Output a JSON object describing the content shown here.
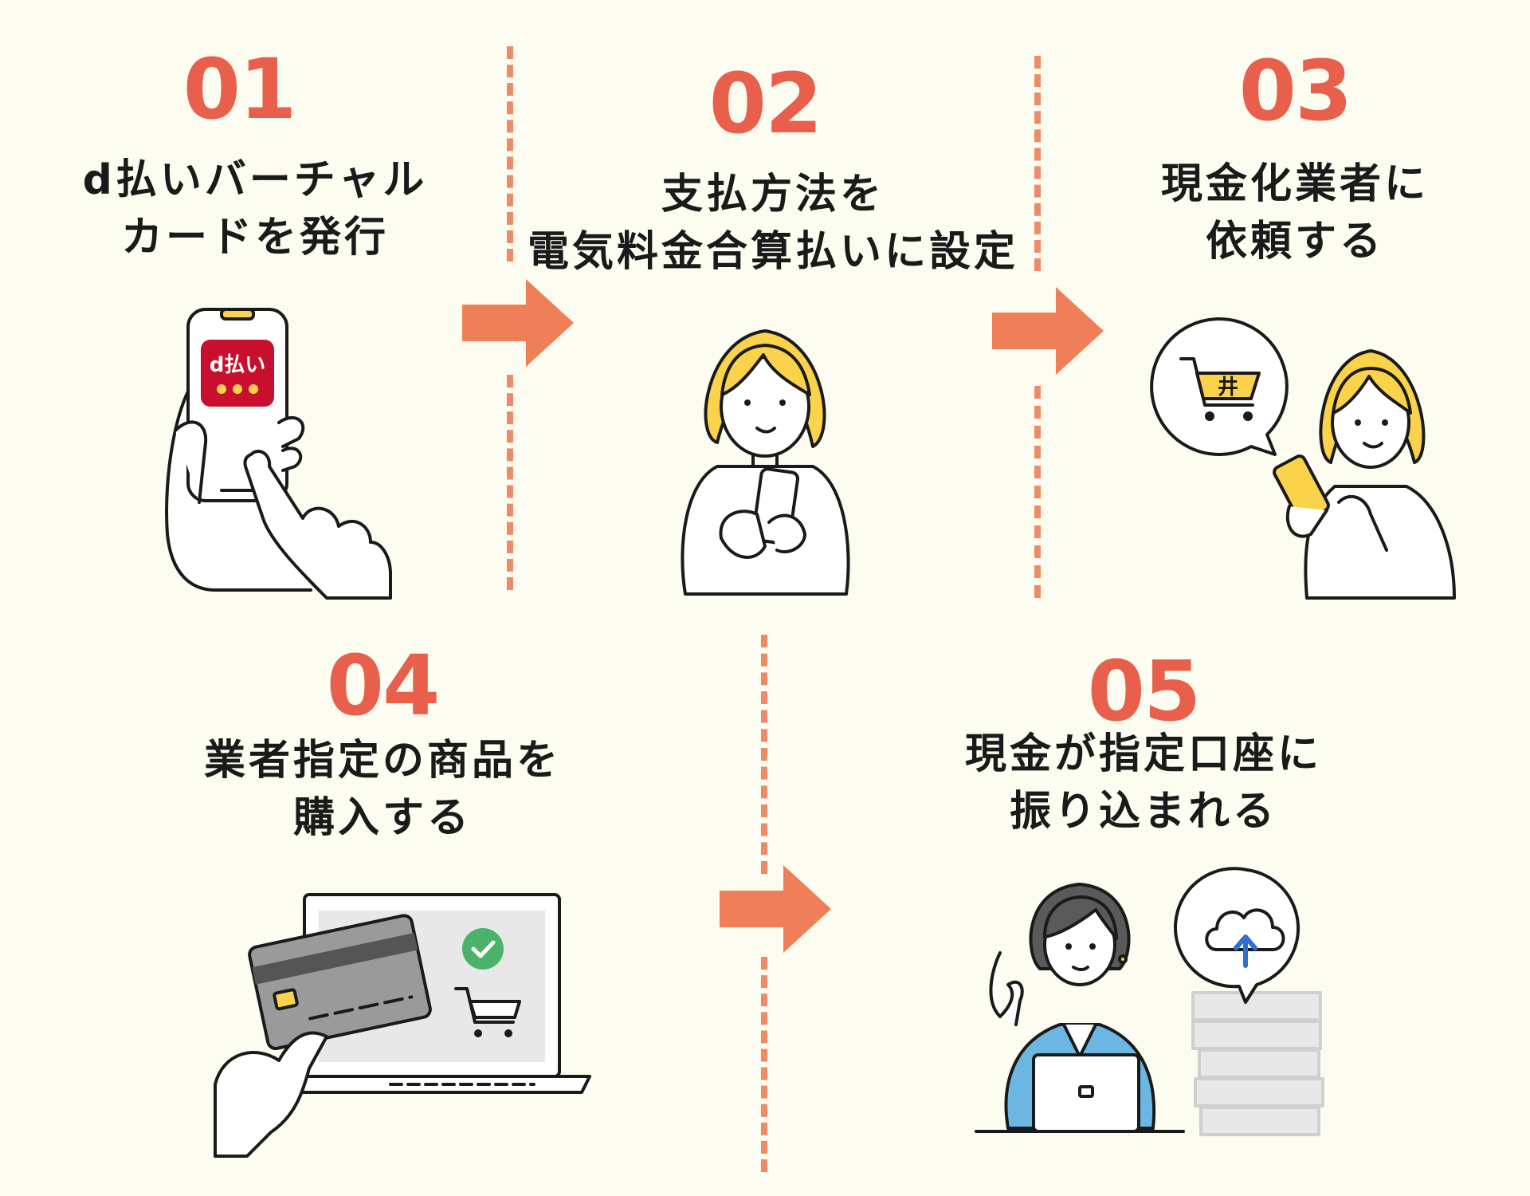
{
  "steps": [
    {
      "number": "01",
      "title_line1": "d払いバーチャル",
      "title_line2": "カードを発行",
      "app_label": "d払い"
    },
    {
      "number": "02",
      "title_line1": "支払方法を",
      "title_line2": "電気料金合算払いに設定"
    },
    {
      "number": "03",
      "title_line1": "現金化業者に",
      "title_line2": "依頼する",
      "cart_sign": "井"
    },
    {
      "number": "04",
      "title_line1": "業者指定の商品を",
      "title_line2": "購入する"
    },
    {
      "number": "05",
      "title_line1": "現金が指定口座に",
      "title_line2": "振り込まれる"
    }
  ],
  "colors": {
    "accent": "#e8604c",
    "arrow": "#ef7f58",
    "dashes": "#ee8a66",
    "hair": "#fbd34b",
    "app_red": "#c8102e",
    "check_green": "#4bb26a",
    "jacket_blue": "#6bb6e3",
    "background": "#fdfcf0"
  },
  "icons": [
    "smartphone-hand-icon",
    "woman-phone-icon",
    "woman-cart-chat-icon",
    "laptop-card-icon",
    "woman-cloud-upload-icon"
  ]
}
